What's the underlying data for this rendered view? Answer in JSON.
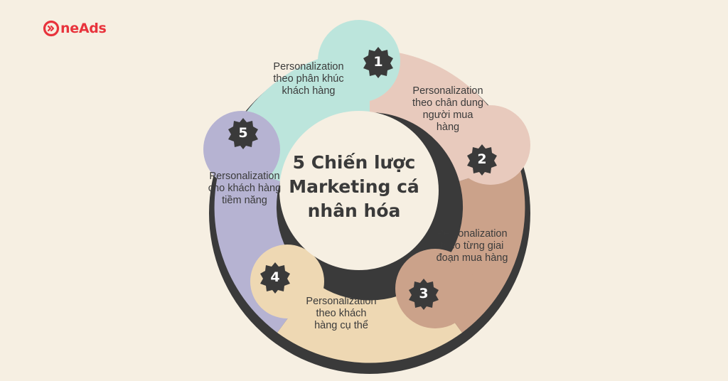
{
  "brand": {
    "name": "neAds",
    "color": "#e8333c"
  },
  "center": {
    "title": "5 Chiến lược\nMarketing cá\nnhân hóa"
  },
  "steps": [
    {
      "number": "1",
      "label": "Personalization\ntheo phân khúc\nkhách hàng",
      "color": "#bce5dc"
    },
    {
      "number": "2",
      "label": "Personalization\ntheo chân dung\nngười mua\nhàng",
      "color": "#e8cabd"
    },
    {
      "number": "3",
      "label": "Personalization\ntheo từng giai\nđoạn mua hàng",
      "color": "#cba28a"
    },
    {
      "number": "4",
      "label": "Personalization\ntheo khách\nhàng cụ thể",
      "color": "#eed8b3"
    },
    {
      "number": "5",
      "label": "Personalization\ncho khách hàng\ntiềm năng",
      "color": "#b6b3d2"
    }
  ],
  "colors": {
    "background": "#f6efe2",
    "shadow": "#3a3a3a",
    "inner_circle": "#f6efe2",
    "badge": "#3a3a3a"
  }
}
